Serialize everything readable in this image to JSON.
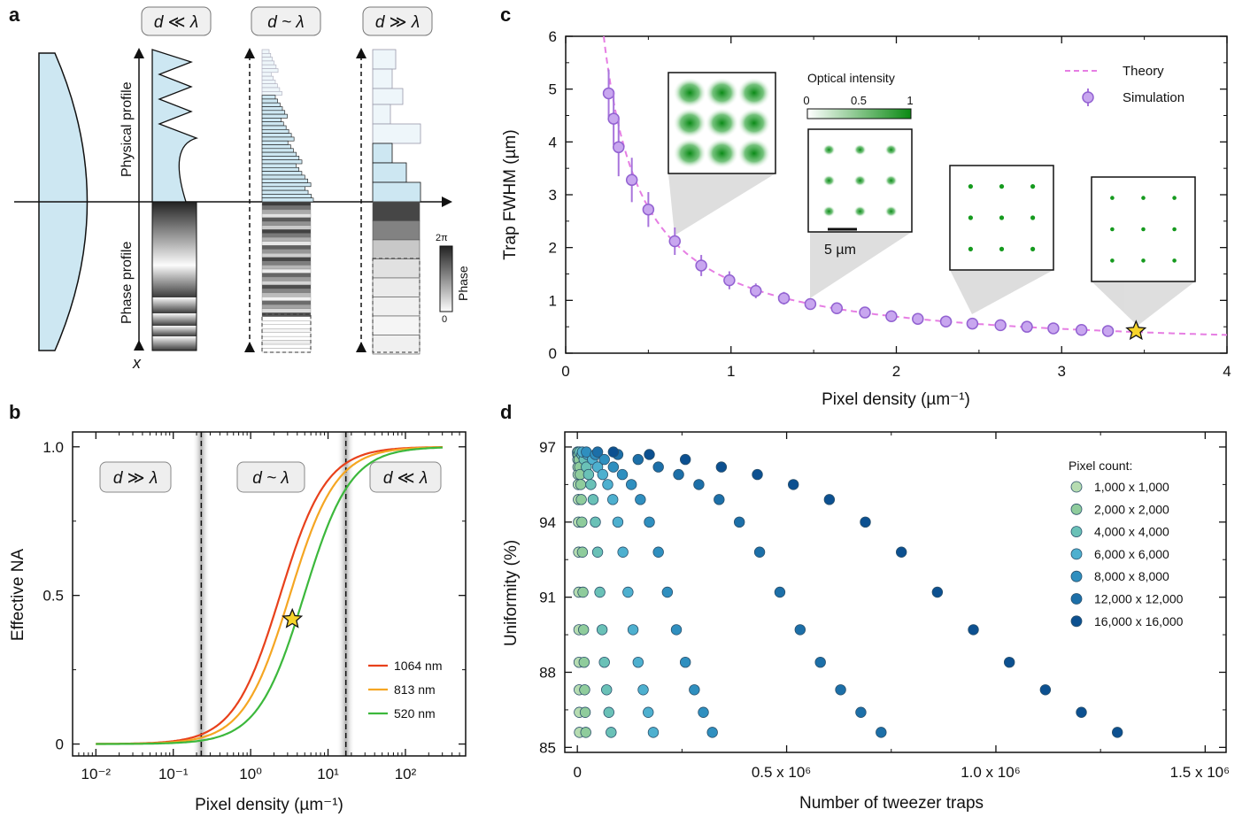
{
  "panels": {
    "a": {
      "letter": "a",
      "regimes": [
        "d ≪ λ",
        "d ~ λ",
        "d ≫ λ"
      ],
      "physical_label": "Physical profile",
      "phase_label": "Phase profile",
      "x_label": "x",
      "phase_bar": {
        "label": "Phase",
        "max": "2π",
        "min": "0"
      }
    },
    "b": {
      "letter": "b",
      "regimes": [
        "d ≫ λ",
        "d ~ λ",
        "d ≪ λ"
      ],
      "legend": [
        {
          "label": "1064 nm",
          "color": "#e8411b"
        },
        {
          "label": "813 nm",
          "color": "#f5a623"
        },
        {
          "label": "520 nm",
          "color": "#3cb83c"
        }
      ]
    },
    "c": {
      "letter": "c",
      "legend_theory": "Theory",
      "legend_sim": "Simulation",
      "intensity_title": "Optical intensity",
      "intensity_ticks": [
        "0",
        "0.5",
        "1"
      ],
      "scale_bar": "5 µm"
    },
    "d": {
      "letter": "d",
      "legend_title": "Pixel count:",
      "legend": [
        {
          "label": "1,000 x 1,000",
          "color": "#b6dcb1"
        },
        {
          "label": "2,000 x 2,000",
          "color": "#8fcc9c"
        },
        {
          "label": "4,000 x 4,000",
          "color": "#6ac1b7"
        },
        {
          "label": "6,000 x 6,000",
          "color": "#4eb0cf"
        },
        {
          "label": "8,000 x 8,000",
          "color": "#2f8fbf"
        },
        {
          "label": "12,000 x 12,000",
          "color": "#1c6fa8"
        },
        {
          "label": "16,000 x 16,000",
          "color": "#0c5090"
        }
      ]
    }
  },
  "chart_data": [
    {
      "panel": "b",
      "type": "line",
      "xlabel": "Pixel density (µm⁻¹)",
      "ylabel": "Effective NA",
      "xscale": "log",
      "xlim": [
        0.005,
        600
      ],
      "ylim": [
        -0.04,
        1.05
      ],
      "xticks": [
        0.01,
        0.1,
        1,
        10,
        100
      ],
      "xtick_labels": [
        "10⁻²",
        "10⁻¹",
        "10⁰",
        "10¹",
        "10²"
      ],
      "yticks": [
        0,
        0.5,
        1.0
      ],
      "ytick_labels": [
        "0",
        "0.5",
        "1.0"
      ],
      "vlines": [
        0.23,
        17
      ],
      "series": [
        {
          "name": "1064 nm",
          "center": 2.4
        },
        {
          "name": "813 nm",
          "center": 3.2
        },
        {
          "name": "520 nm",
          "center": 4.9
        }
      ],
      "marker": {
        "x": 3.45,
        "y": 0.42
      }
    },
    {
      "panel": "c",
      "type": "scatter",
      "xlabel": "Pixel density (µm⁻¹)",
      "ylabel": "Trap FWHM (µm)",
      "xlim": [
        0,
        4
      ],
      "ylim": [
        0,
        6
      ],
      "xticks": [
        0,
        1,
        2,
        3,
        4
      ],
      "yticks": [
        0,
        1,
        2,
        3,
        4,
        5,
        6
      ],
      "series": [
        {
          "name": "Simulation",
          "x": [
            0.26,
            0.29,
            0.32,
            0.4,
            0.5,
            0.66,
            0.82,
            0.99,
            1.15,
            1.32,
            1.48,
            1.64,
            1.81,
            1.97,
            2.13,
            2.3,
            2.46,
            2.63,
            2.79,
            2.95,
            3.12,
            3.28
          ],
          "y": [
            4.92,
            4.44,
            3.9,
            3.28,
            2.72,
            2.12,
            1.66,
            1.38,
            1.18,
            1.04,
            0.93,
            0.85,
            0.77,
            0.7,
            0.65,
            0.6,
            0.56,
            0.53,
            0.5,
            0.47,
            0.44,
            0.42
          ],
          "err": [
            0.45,
            0.5,
            0.55,
            0.42,
            0.33,
            0.26,
            0.2,
            0.17,
            0.14,
            0.12,
            0.1,
            0.09,
            0.08,
            0.07,
            0.06,
            0.06,
            0.05,
            0.05,
            0.05,
            0.04,
            0.04,
            0.04
          ]
        }
      ],
      "marker": {
        "x": 3.45,
        "y": 0.42
      }
    },
    {
      "panel": "d",
      "type": "scatter",
      "xlabel": "Number of tweezer traps",
      "ylabel": "Uniformity (%)",
      "xlim": [
        -30000,
        1550000
      ],
      "ylim": [
        84.8,
        97.6
      ],
      "xticks": [
        0,
        500000,
        1000000,
        1500000
      ],
      "xtick_labels": [
        "0",
        "0.5 x 10⁶",
        "1.0 x 10⁶",
        "1.5 x 10⁶"
      ],
      "yticks": [
        85,
        88,
        91,
        94,
        97
      ],
      "uniformity": [
        96.8,
        96.7,
        96.5,
        96.2,
        95.9,
        95.5,
        94.9,
        94.0,
        92.8,
        91.2,
        89.7,
        88.4,
        87.3,
        86.4,
        85.6
      ],
      "series": [
        {
          "name": "1,000 x 1,000",
          "x_max": 5040
        },
        {
          "name": "2,000 x 2,000",
          "x_max": 20160
        },
        {
          "name": "4,000 x 4,000",
          "x_max": 80640
        },
        {
          "name": "6,000 x 6,000",
          "x_max": 181440
        },
        {
          "name": "8,000 x 8,000",
          "x_max": 322560
        },
        {
          "name": "12,000 x 12,000",
          "x_max": 725760
        },
        {
          "name": "16,000 x 16,000",
          "x_max": 1290240
        }
      ]
    }
  ]
}
